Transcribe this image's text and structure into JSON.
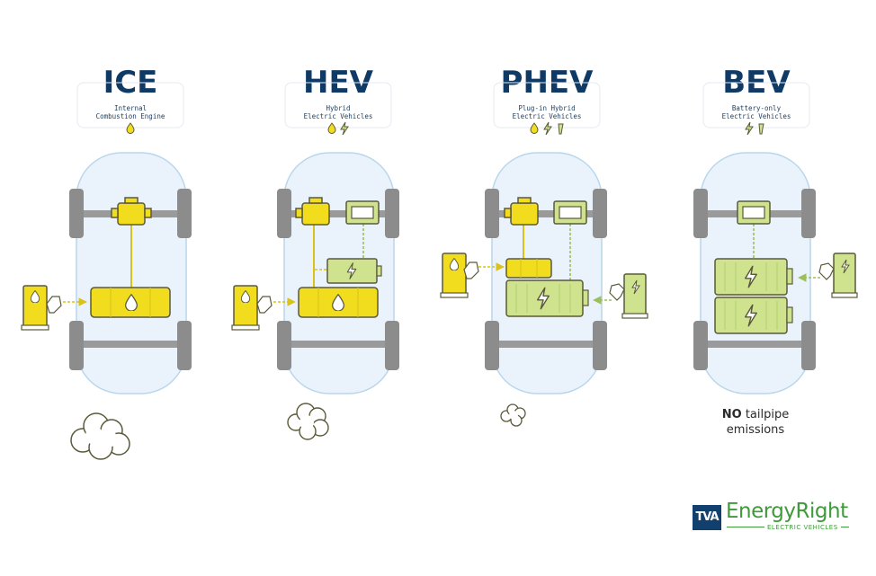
{
  "columns": [
    {
      "title": "ICE",
      "subtitle": "Internal\nCombustion Engine",
      "icons": [
        "fuel-drop-icon"
      ]
    },
    {
      "title": "HEV",
      "subtitle": "Hybrid\nElectric Vehicles",
      "icons": [
        "fuel-drop-icon",
        "lightning-icon"
      ]
    },
    {
      "title": "PHEV",
      "subtitle": "Plug-in Hybrid\nElectric Vehicles",
      "icons": [
        "fuel-drop-icon",
        "lightning-icon",
        "plug-icon"
      ]
    },
    {
      "title": "BEV",
      "subtitle": "Battery-only\nElectric Vehicles",
      "icons": [
        "lightning-icon",
        "plug-icon"
      ]
    }
  ],
  "bev_note": {
    "bold": "NO",
    "rest_line1": " tailpipe",
    "line2": "emissions"
  },
  "logo": {
    "mark": "TVA",
    "brand": "EnergyRight",
    "tagline": "ELECTRIC VEHICLES"
  },
  "colors": {
    "fuel_yellow": "#f2dc1e",
    "battery_green": "#cfe38f",
    "outline": "#5a5a3a",
    "car_body": "#eaf3fb",
    "car_outline": "#b9d6ec",
    "wheel": "#8c8c8c",
    "title_navy": "#0f3a66",
    "brand_green": "#3f9a3a"
  }
}
